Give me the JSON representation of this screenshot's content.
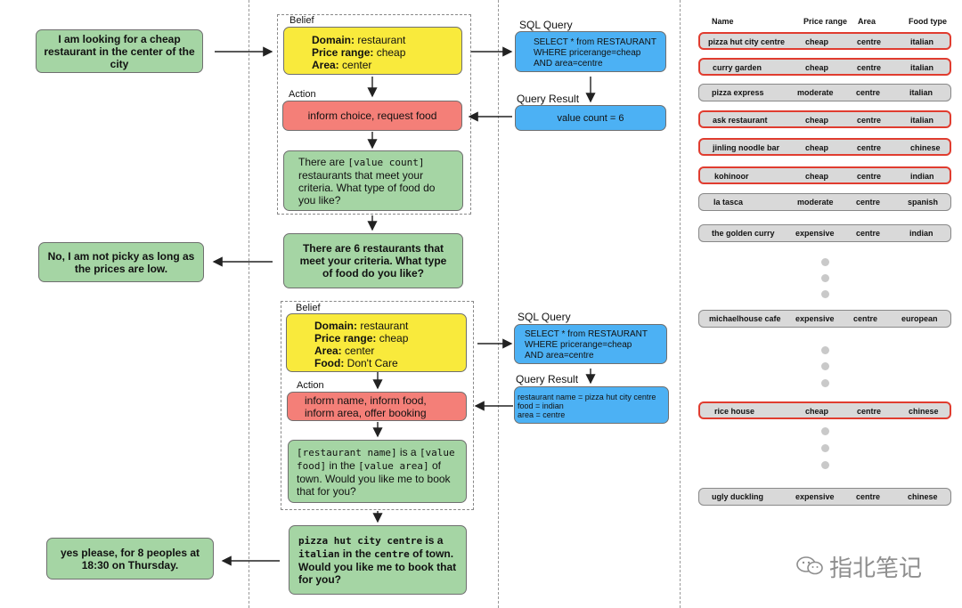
{
  "user_turns": [
    "I am looking for a cheap restaurant in the center of the city",
    "No, I am not picky as long as the prices are low.",
    "yes please, for 8 peoples at 18:30 on Thursday."
  ],
  "turn1": {
    "belief_label": "Belief",
    "belief": [
      {
        "key": "Domain:",
        "value": " restaurant"
      },
      {
        "key": "Price range:",
        "value": " cheap"
      },
      {
        "key": "Area:",
        "value": " center"
      }
    ],
    "action_label": "Action",
    "action": "inform choice, request food",
    "delex_parts": [
      "There are ",
      "[value count]",
      " restaurants that meet your criteria. What type of food do you like?"
    ],
    "response": "There are 6 restaurants that meet your criteria. What type of food do you like?",
    "sql_label": "SQL Query",
    "sql": [
      "SELECT * from RESTAURANT",
      "WHERE pricerange=cheap",
      "AND area=centre"
    ],
    "result_label": "Query Result",
    "result": "value count = 6"
  },
  "turn2": {
    "belief_label": "Belief",
    "belief": [
      {
        "key": "Domain:",
        "value": " restaurant"
      },
      {
        "key": "Price range:",
        "value": " cheap"
      },
      {
        "key": "Area:",
        "value": " center"
      },
      {
        "key": "Food:",
        "value": " Don't Care"
      }
    ],
    "action_label": "Action",
    "action": [
      "inform name, inform food,",
      "inform area, offer booking"
    ],
    "delex_parts": [
      "[restaurant name]",
      " is a ",
      "[value food]",
      " in the ",
      "[value area]",
      " of town. Would you like me to book that for you?"
    ],
    "response_parts": [
      "pizza hut city centre",
      " is a ",
      "italian",
      " in the ",
      "centre",
      " of town. Would you like me to book that for you?"
    ],
    "sql_label": "SQL Query",
    "sql": [
      "SELECT * from RESTAURANT",
      "WHERE pricerange=cheap",
      "AND area=centre"
    ],
    "result_label": "Query Result",
    "result": [
      "restaurant name = pizza hut city centre",
      "food = indian",
      "area = centre"
    ]
  },
  "table": {
    "headers": [
      "Name",
      "Price range",
      "Area",
      "Food type"
    ],
    "rows": [
      {
        "name": "pizza hut city centre",
        "price": "cheap",
        "area": "centre",
        "food": "italian",
        "highlight": true
      },
      {
        "name": "curry garden",
        "price": "cheap",
        "area": "centre",
        "food": "italian",
        "highlight": true
      },
      {
        "name": "pizza express",
        "price": "moderate",
        "area": "centre",
        "food": "italian",
        "highlight": false
      },
      {
        "name": "ask restaurant",
        "price": "cheap",
        "area": "centre",
        "food": "italian",
        "highlight": true
      },
      {
        "name": "jinling noodle bar",
        "price": "cheap",
        "area": "centre",
        "food": "chinese",
        "highlight": true
      },
      {
        "name": "kohinoor",
        "price": "cheap",
        "area": "centre",
        "food": "indian",
        "highlight": true
      },
      {
        "name": "la tasca",
        "price": "moderate",
        "area": "centre",
        "food": "spanish",
        "highlight": false
      },
      {
        "name": "the golden curry",
        "price": "expensive",
        "area": "centre",
        "food": "indian",
        "highlight": false
      },
      {
        "name": "michaelhouse cafe",
        "price": "expensive",
        "area": "centre",
        "food": "european",
        "highlight": false
      },
      {
        "name": "rice house",
        "price": "cheap",
        "area": "centre",
        "food": "chinese",
        "highlight": true
      },
      {
        "name": "ugly duckling",
        "price": "expensive",
        "area": "centre",
        "food": "chinese",
        "highlight": false
      }
    ]
  },
  "watermark": "指北笔记",
  "colors": {
    "belief": "#f9ea3c",
    "action": "#f47f78",
    "response": "#a5d5a4",
    "query": "#4cb1f4",
    "highlight_border": "#e03c2f"
  }
}
